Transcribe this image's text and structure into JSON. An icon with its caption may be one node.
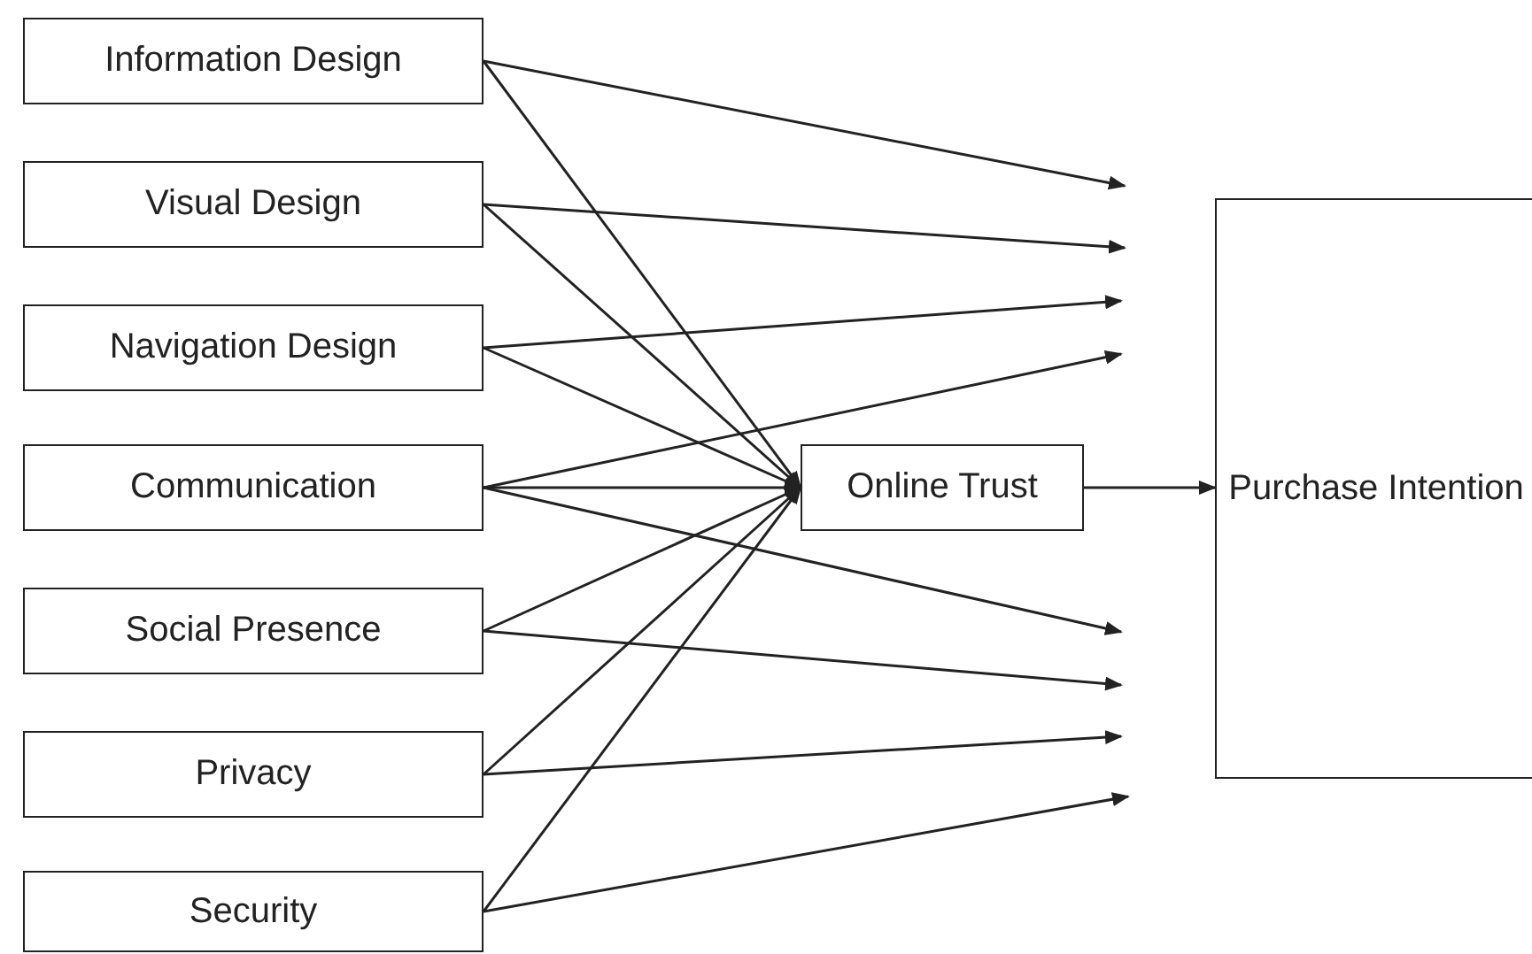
{
  "diagram": {
    "nodes": [
      {
        "text": [
          "Information Design"
        ]
      },
      {
        "text": [
          "Visual Design"
        ]
      },
      {
        "text": [
          "Navigation Design"
        ]
      },
      {
        "text": [
          "Communication"
        ]
      },
      {
        "text": [
          "Social Presence"
        ]
      },
      {
        "text": [
          "Privacy"
        ]
      },
      {
        "text": [
          "Security"
        ]
      },
      {
        "text": [
          "Online Trust"
        ]
      },
      {
        "text": [
          "Purchase Intention"
        ]
      }
    ],
    "edges": [
      {
        "from": 0,
        "to": 7,
        "arrow": "to"
      },
      {
        "from": 1,
        "to": 7,
        "arrow": "to"
      },
      {
        "from": 2,
        "to": 7,
        "arrow": "to"
      },
      {
        "from": 3,
        "to": 7,
        "arrow": "to"
      },
      {
        "from": 4,
        "to": 7,
        "arrow": "to"
      },
      {
        "from": 5,
        "to": 7,
        "arrow": "to"
      },
      {
        "from": 6,
        "to": 7,
        "arrow": "to"
      },
      {
        "from": 0,
        "to": null,
        "arrow": "to"
      },
      {
        "from": 1,
        "to": null,
        "arrow": "to"
      },
      {
        "from": 2,
        "to": null,
        "arrow": "to"
      },
      {
        "from": 3,
        "to": null,
        "arrow": "to"
      },
      {
        "from": 3,
        "to": null,
        "arrow": "to"
      },
      {
        "from": 4,
        "to": null,
        "arrow": "to"
      },
      {
        "from": 5,
        "to": null,
        "arrow": "to"
      },
      {
        "from": 6,
        "to": null,
        "arrow": "to"
      },
      {
        "from": 7,
        "to": 8,
        "arrow": "to"
      }
    ]
  }
}
